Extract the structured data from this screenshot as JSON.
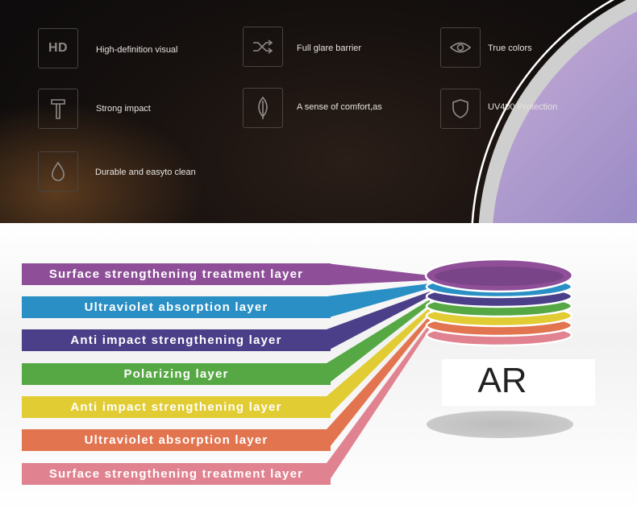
{
  "features": [
    {
      "icon": "hd-icon",
      "icon_text": "HD",
      "label": "High-definition visual"
    },
    {
      "icon": "shuffle-icon",
      "label": "Full glare barrier"
    },
    {
      "icon": "eye-icon",
      "label": "True colors"
    },
    {
      "icon": "hammer-icon",
      "label": "Strong impact"
    },
    {
      "icon": "leaf-icon",
      "label": "A sense of comfort,as"
    },
    {
      "icon": "shield-icon",
      "label": "UV400 Protection"
    },
    {
      "icon": "drop-icon",
      "label": "Durable and easyto clean"
    }
  ],
  "layers": [
    {
      "label": "Surface strengthening treatment layer",
      "color": "#8e4f98"
    },
    {
      "label": "Ultraviolet absorption layer",
      "color": "#2a8fc4"
    },
    {
      "label": "Anti impact strengthening layer",
      "color": "#4a3f88"
    },
    {
      "label": "Polarizing layer",
      "color": "#56a845"
    },
    {
      "label": "Anti impact strengthening layer",
      "color": "#e2cc33"
    },
    {
      "label": "Ultraviolet absorption layer",
      "color": "#e2744f"
    },
    {
      "label": "Surface strengthening treatment layer",
      "color": "#e0828f"
    }
  ],
  "ar_label": "AR"
}
